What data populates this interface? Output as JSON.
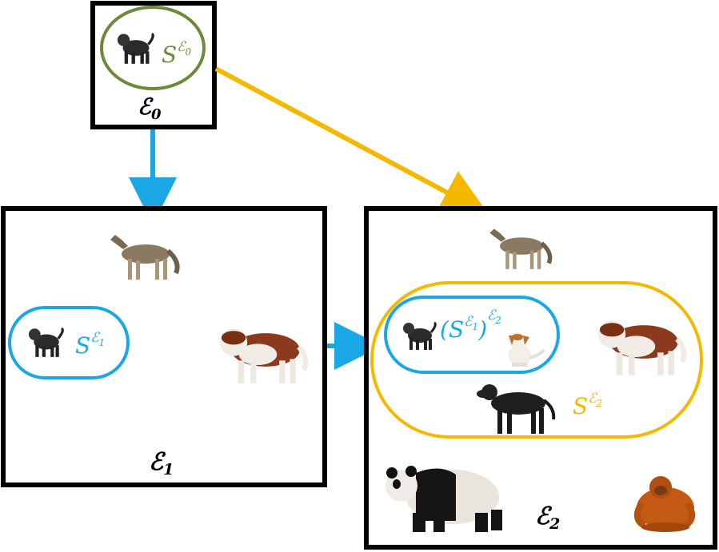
{
  "colors": {
    "frame": "#000000",
    "green": "#6b8a3a",
    "blue": "#1aa7e6",
    "orange": "#f5b800",
    "background": "#ffffff"
  },
  "env0": {
    "label": "ℰ",
    "sub": "0",
    "set_base": "S",
    "set_sup": "ℰ",
    "set_sup_sub": "0"
  },
  "env1": {
    "label": "ℰ",
    "sub": "1",
    "set_base": "S",
    "set_sup": "ℰ",
    "set_sup_sub": "1"
  },
  "env2": {
    "label": "ℰ",
    "sub": "2",
    "inner_open": "(",
    "inner_base": "S",
    "inner_sup": "ℰ",
    "inner_sup_sub": "1",
    "inner_close": ")",
    "inner_outer_sup": "ℰ",
    "inner_outer_sup_sub": "2",
    "set_base": "S",
    "set_sup": "ℰ",
    "set_sup_sub": "2"
  },
  "animals": {
    "wolf": "wolf",
    "small_dog": "black-terrier",
    "saint_bernard": "saint-bernard",
    "terrier": "jack-russell-terrier",
    "labrador": "black-labrador",
    "panda": "panda",
    "orangutan": "orangutan"
  }
}
